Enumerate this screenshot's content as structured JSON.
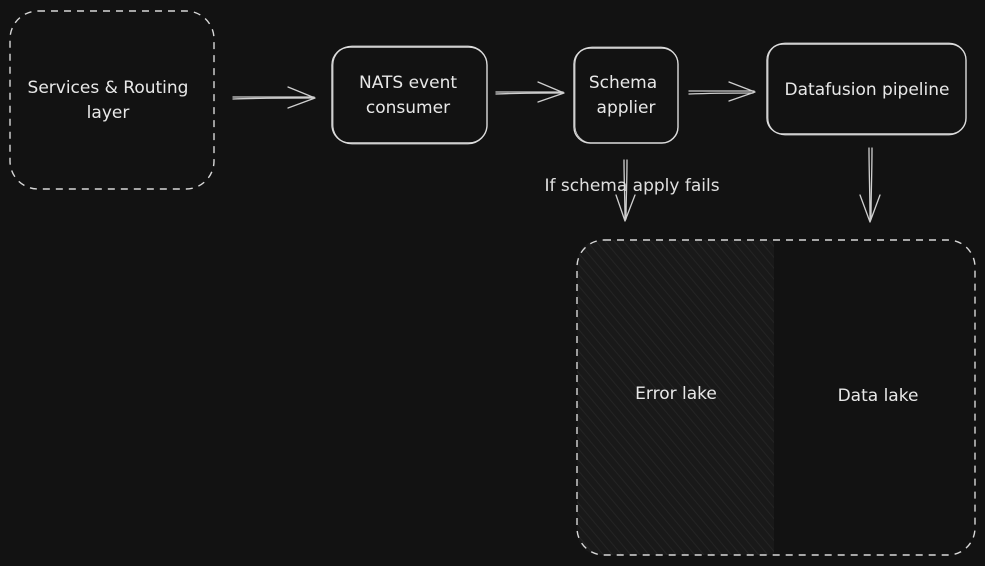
{
  "nodes": {
    "services_routing": [
      "Services & Routing",
      "layer"
    ],
    "nats_consumer": [
      "NATS event",
      "consumer"
    ],
    "schema_applier": [
      "Schema",
      "applier"
    ],
    "datafusion_pipeline": [
      "Datafusion pipeline"
    ],
    "error_lake": [
      "Error lake"
    ],
    "data_lake": [
      "Data lake"
    ]
  },
  "edges": {
    "schema_fail_label": "If schema apply fails"
  },
  "colors": {
    "background": "#121212",
    "stroke": "#dcdcdc",
    "text": "#e8e8e8",
    "error_lake_fill": "#1c1c1c"
  }
}
